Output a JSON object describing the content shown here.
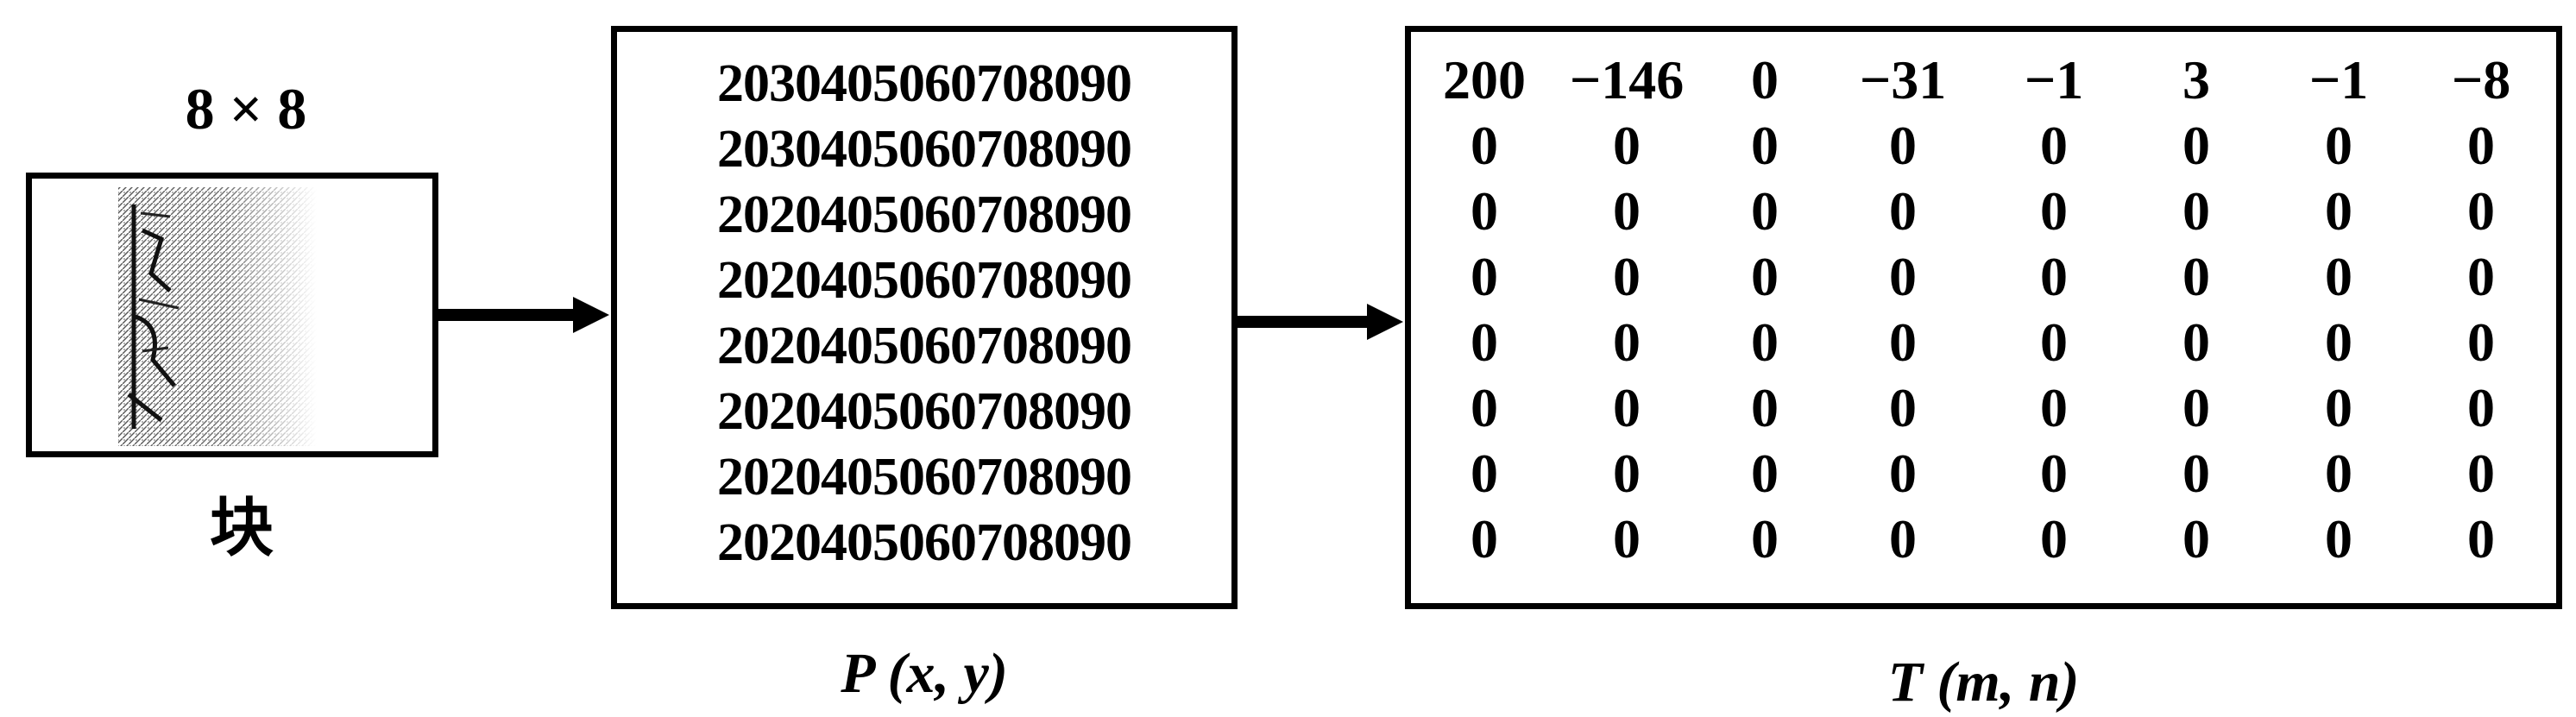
{
  "block": {
    "size_label": "8 × 8",
    "caption": "块"
  },
  "pixel_matrix": {
    "rows": [
      "2030405060708090",
      "2030405060708090",
      "2020405060708090",
      "2020405060708090",
      "2020405060708090",
      "2020405060708090",
      "2020405060708090",
      "2020405060708090"
    ],
    "caption": "P (x, y)"
  },
  "transform_matrix": {
    "rows": [
      [
        "200",
        "−146",
        "0",
        "−31",
        "−1",
        "3",
        "−1",
        "−8"
      ],
      [
        "0",
        "0",
        "0",
        "0",
        "0",
        "0",
        "0",
        "0"
      ],
      [
        "0",
        "0",
        "0",
        "0",
        "0",
        "0",
        "0",
        "0"
      ],
      [
        "0",
        "0",
        "0",
        "0",
        "0",
        "0",
        "0",
        "0"
      ],
      [
        "0",
        "0",
        "0",
        "0",
        "0",
        "0",
        "0",
        "0"
      ],
      [
        "0",
        "0",
        "0",
        "0",
        "0",
        "0",
        "0",
        "0"
      ],
      [
        "0",
        "0",
        "0",
        "0",
        "0",
        "0",
        "0",
        "0"
      ],
      [
        "0",
        "0",
        "0",
        "0",
        "0",
        "0",
        "0",
        "0"
      ]
    ],
    "caption": "T (m, n)"
  }
}
